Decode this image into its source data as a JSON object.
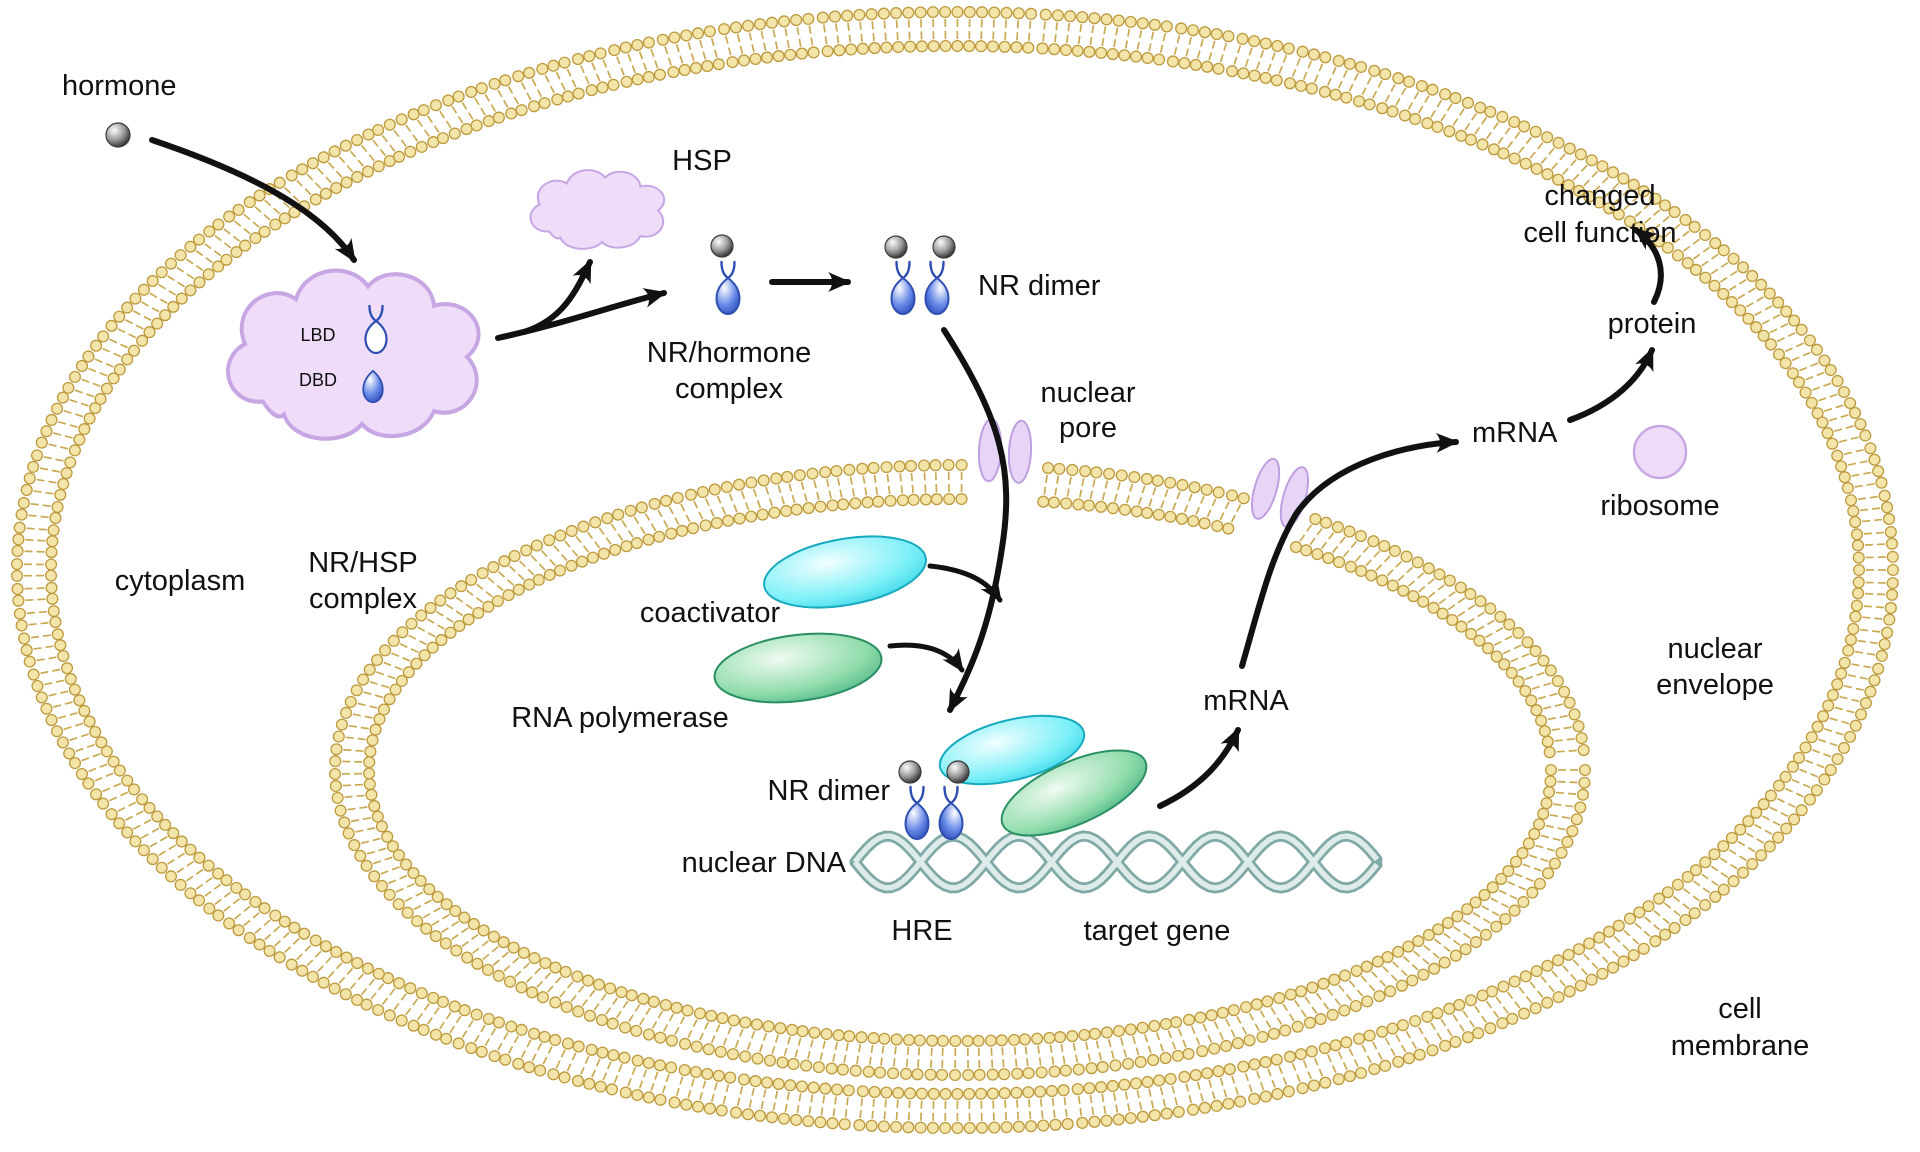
{
  "diagram_title": "nuclear receptor hormone signaling pathway",
  "colors": {
    "membrane_head": "#f3e4aa",
    "membrane_outline": "#bd9a3d",
    "membrane_tail": "#c9aa52",
    "lavender_fill": "#eedcf9",
    "lavender_stroke": "#c7a7e3",
    "pore_fill": "#e7d4f6",
    "pore_stroke": "#bf9fe0",
    "receptor_stroke": "#2e4fb0",
    "coactivator_stroke": "#18aabf",
    "polymerase_stroke": "#2a8f63",
    "dna_dark": "#7fa8a6",
    "dna_light": "#ddeceb",
    "arrow": "#111111"
  },
  "labels": {
    "hormone": "hormone",
    "hsp": "HSP",
    "nr_hormone_1": "NR/hormone",
    "nr_hormone_2": "complex",
    "nr_dimer_top": "NR dimer",
    "nr_hsp_1": "NR/HSP",
    "nr_hsp_2": "complex",
    "lbd": "LBD",
    "dbd": "DBD",
    "cytoplasm": "cytoplasm",
    "nuclear_pore_1": "nuclear",
    "nuclear_pore_2": "pore",
    "coactivator": "coactivator",
    "rna_polymerase": "RNA polymerase",
    "nr_dimer_nucleus": "NR dimer",
    "nuclear_dna": "nuclear DNA",
    "hre": "HRE",
    "target_gene": "target gene",
    "mrna_nucleus": "mRNA",
    "mrna_cytoplasm": "mRNA",
    "ribosome": "ribosome",
    "protein": "protein",
    "changed_1": "changed",
    "changed_2": "cell function",
    "nuclear_envelope_1": "nuclear",
    "nuclear_envelope_2": "envelope",
    "cell_membrane_1": "cell",
    "cell_membrane_2": "membrane"
  }
}
